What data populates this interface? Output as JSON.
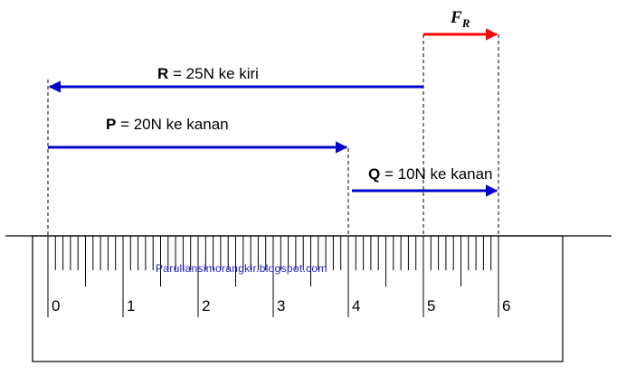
{
  "vectors": {
    "R": {
      "name": "R",
      "rest": " = 25N ke kiri",
      "from": 5,
      "to": 0
    },
    "P": {
      "name": "P",
      "rest": " = 20N ke kanan",
      "from": 0,
      "to": 4
    },
    "Q": {
      "name": "Q",
      "rest": " = 10N ke kanan",
      "from": 4,
      "to": 6
    },
    "FR": {
      "symbol": "F",
      "subscript": "R",
      "from": 5,
      "to": 6
    }
  },
  "ruler": {
    "labels": [
      "0",
      "1",
      "2",
      "3",
      "4",
      "5",
      "6"
    ],
    "min": 0,
    "max": 6,
    "minor_per_unit": 10
  },
  "watermark": "Paruliansimorangkir.blogspot.com",
  "colors": {
    "vector": "#0000cc",
    "resultant": "#ff0000",
    "line": "#000000"
  }
}
